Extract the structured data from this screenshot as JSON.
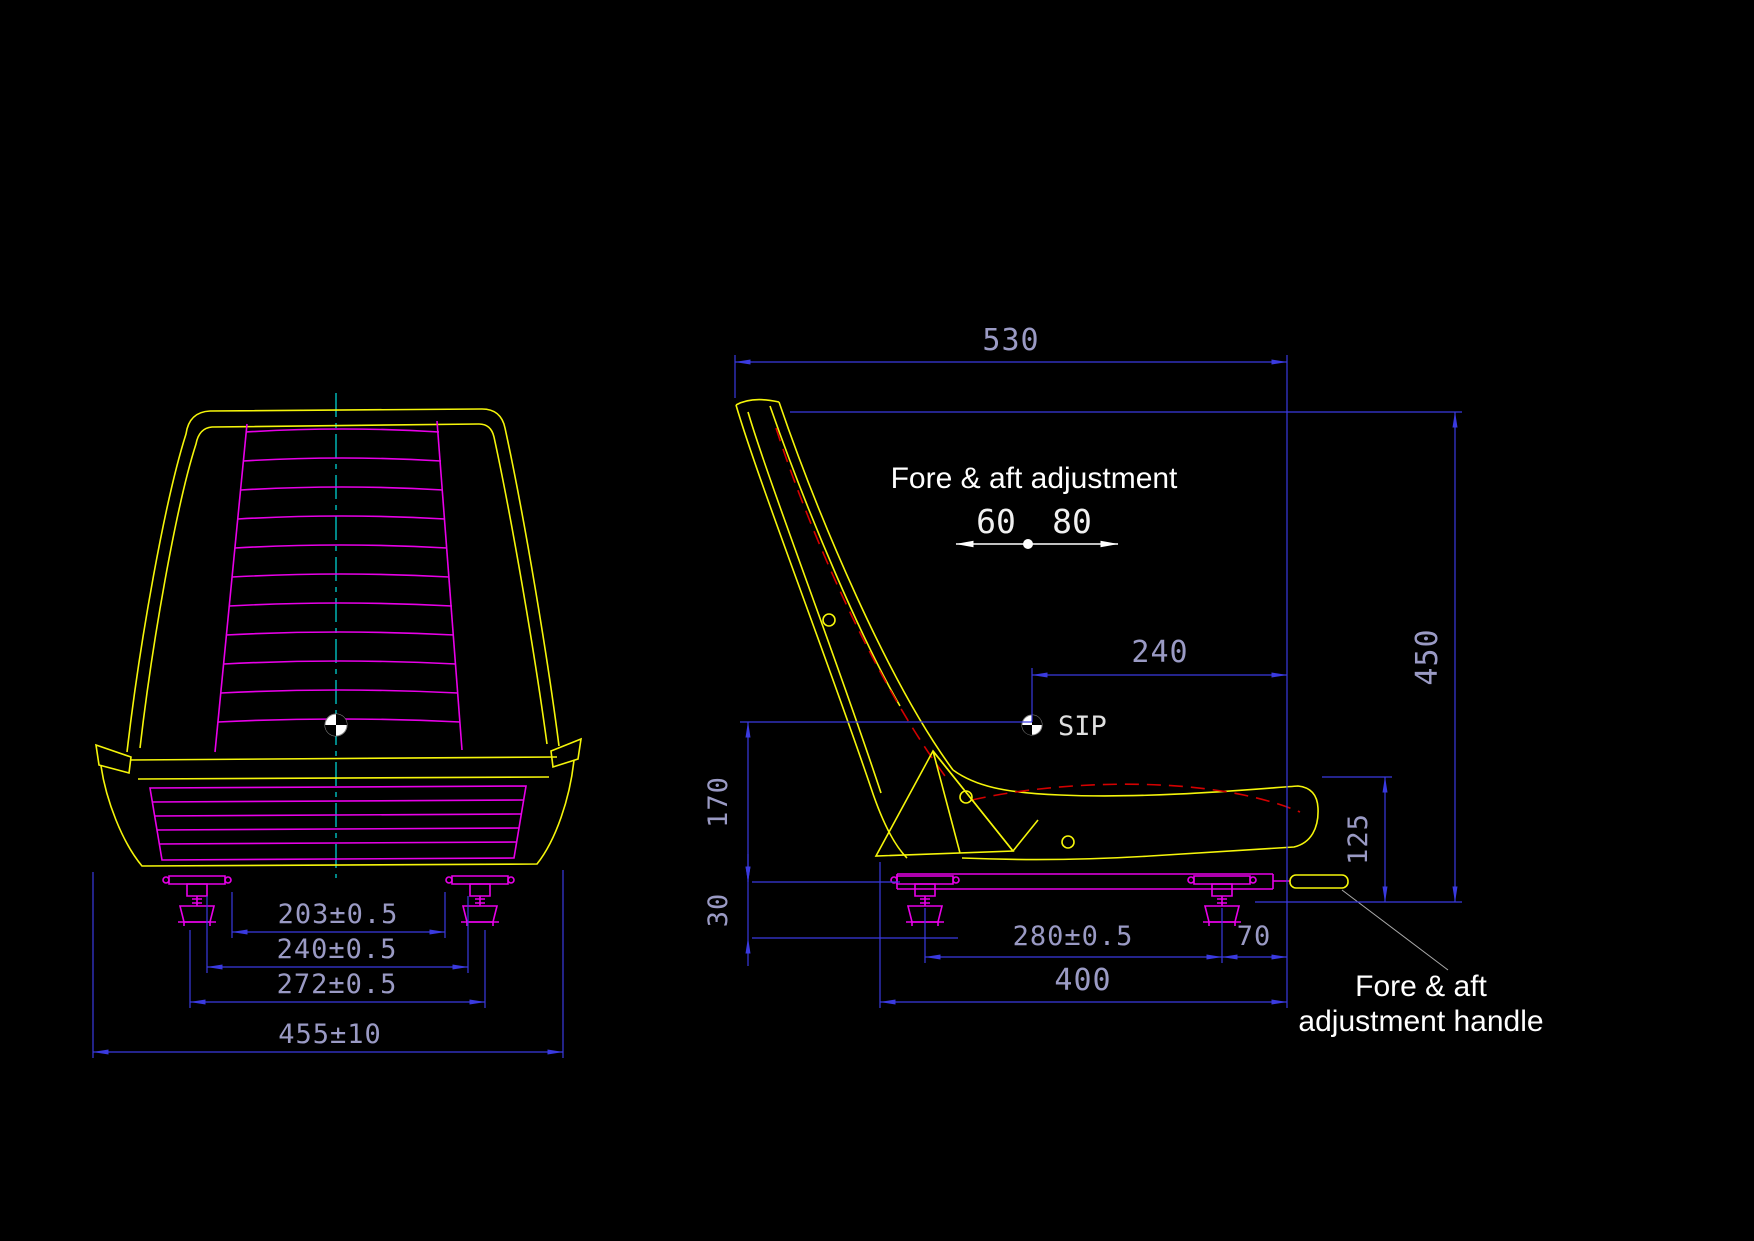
{
  "colors": {
    "background": "#000000",
    "seat_outline_yellow": "#f5f50a",
    "detail_magenta": "#e800e8",
    "dimension_line_blue": "#3a3ae0",
    "dimension_text": "#9a9ac4",
    "centerline_cyan": "#00e0e0",
    "hidden_line_red": "#d40000",
    "annotation_white": "#ffffff"
  },
  "front_view": {
    "dim_203": "203±0.5",
    "dim_240": "240±0.5",
    "dim_272": "272±0.5",
    "dim_455": "455±10"
  },
  "side_view": {
    "dim_530": "530",
    "dim_450": "450",
    "dim_240": "240",
    "dim_125": "125",
    "dim_170": "170",
    "dim_30": "30",
    "dim_280": "280±0.5",
    "dim_70": "70",
    "dim_400": "400",
    "fore_aft_title": "Fore & aft adjustment",
    "fore_travel": "60",
    "aft_travel": "80",
    "sip_label": "SIP",
    "handle_label_line1": "Fore & aft",
    "handle_label_line2": "adjustment handle"
  }
}
